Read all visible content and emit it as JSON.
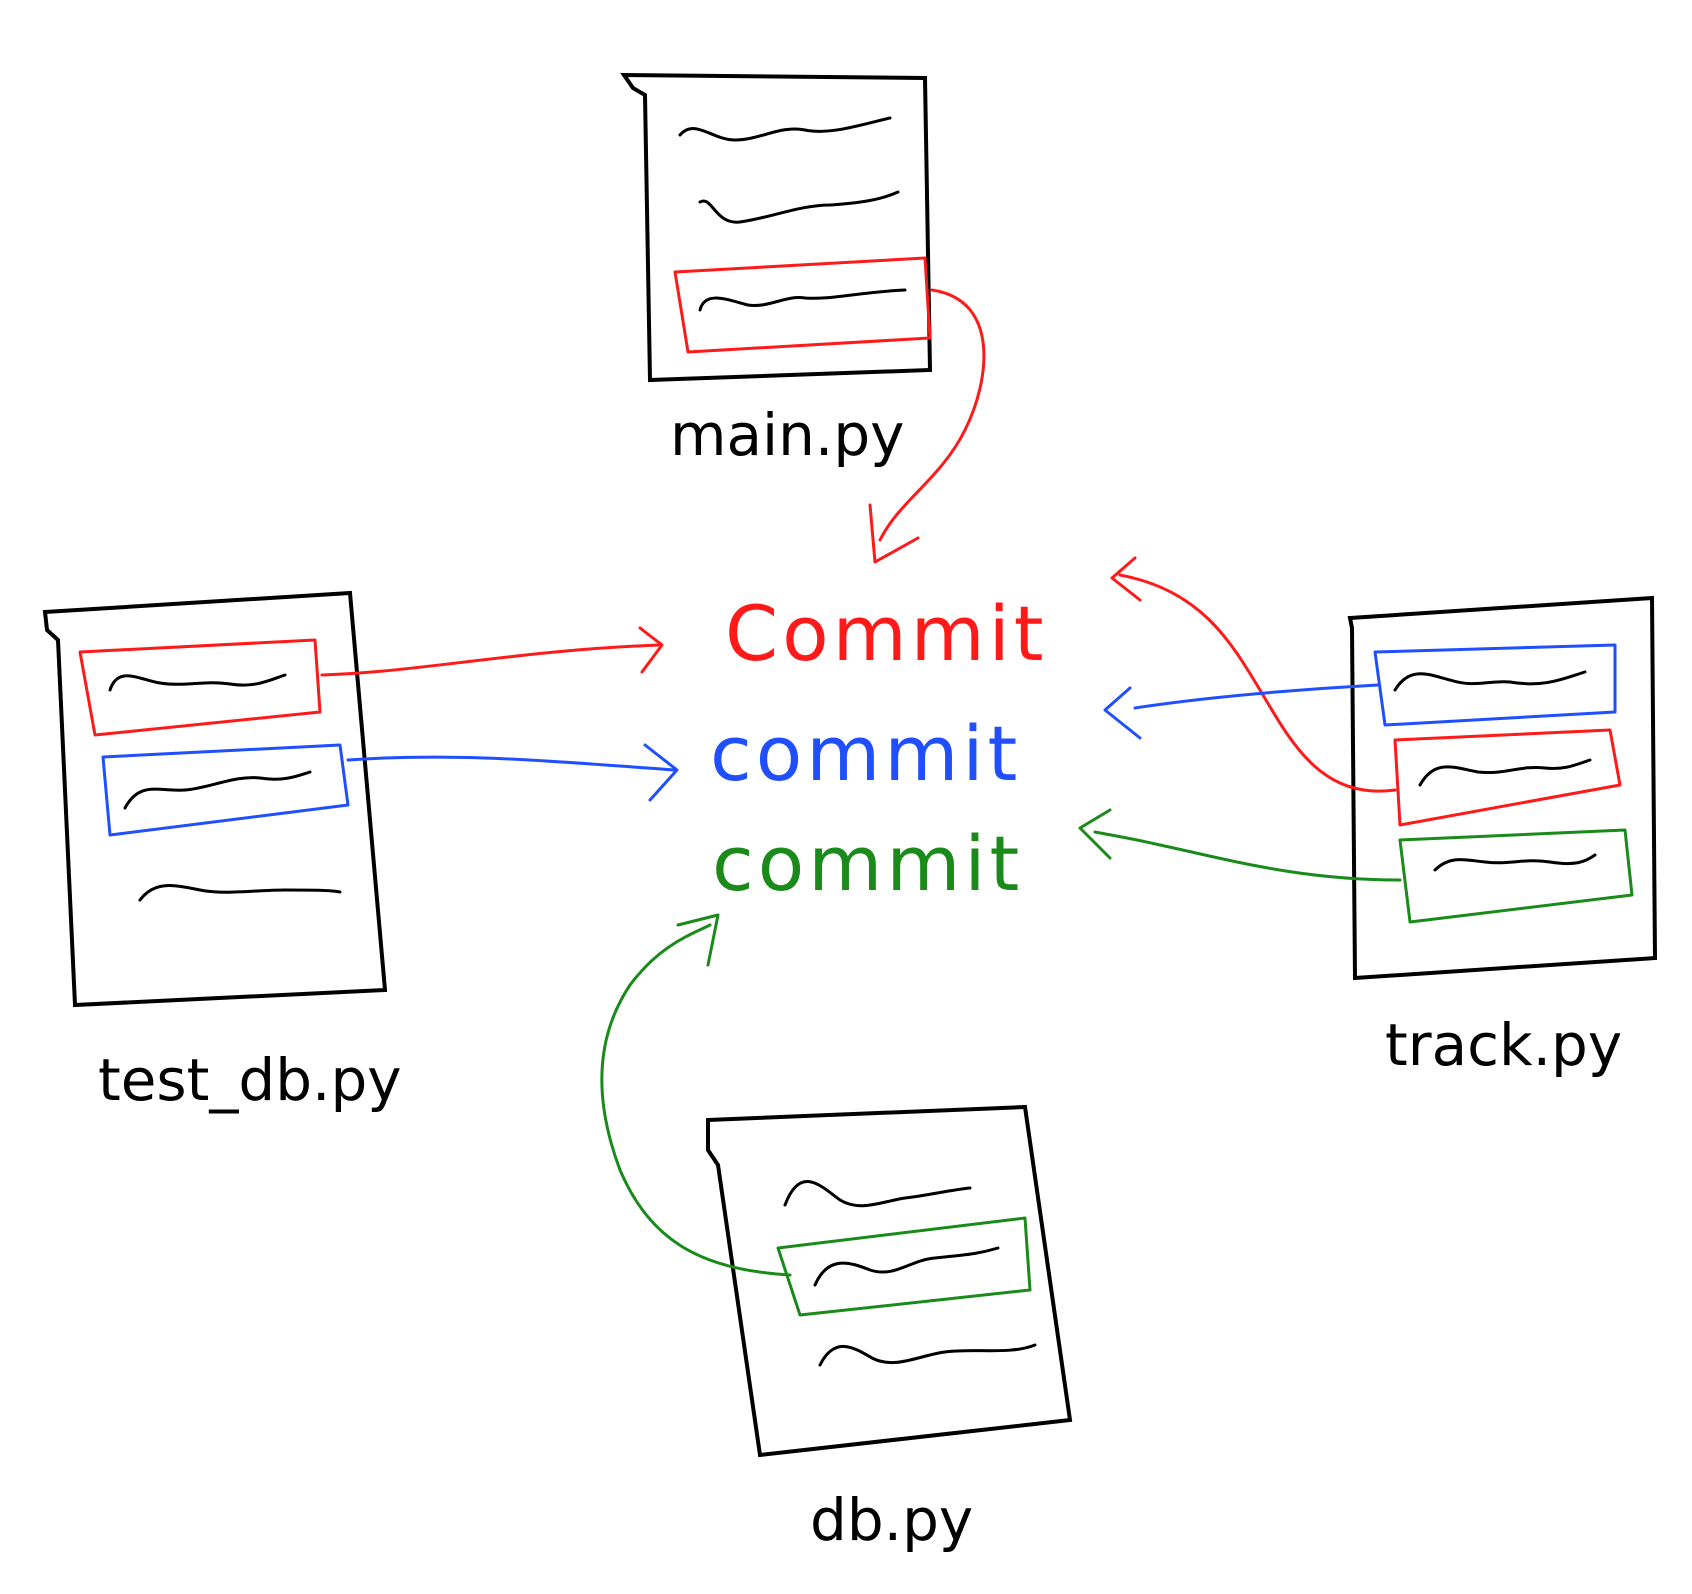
{
  "colors": {
    "red": "#ff1a1a",
    "blue": "#1f4fff",
    "green": "#1a8a1a",
    "ink": "#000000",
    "background": "#ffffff"
  },
  "files": {
    "main": {
      "label": "main.py"
    },
    "test_db": {
      "label": "test_db.py"
    },
    "track": {
      "label": "track.py"
    },
    "db": {
      "label": "db.py"
    }
  },
  "commits": [
    {
      "text": "Commit",
      "color": "red"
    },
    {
      "text": "commit",
      "color": "blue"
    },
    {
      "text": "commit",
      "color": "green"
    }
  ]
}
